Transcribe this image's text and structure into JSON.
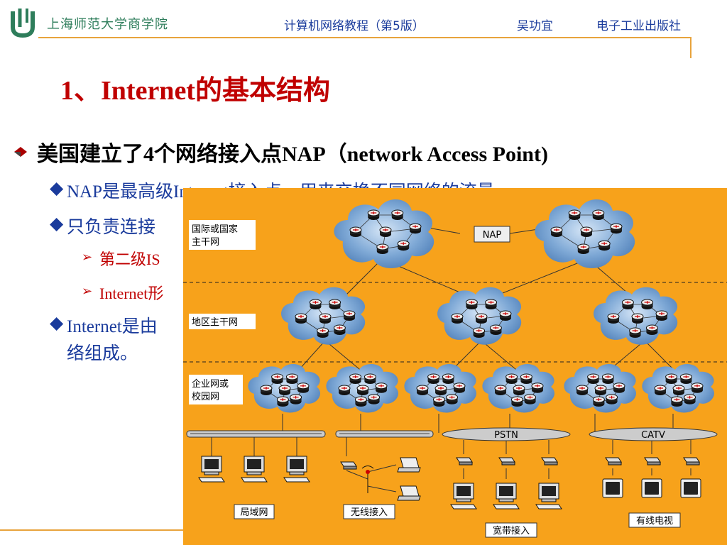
{
  "header": {
    "school": "上海师范大学商学院",
    "book": "计算机网络教程（第5版）",
    "author": "吴功宜",
    "publisher": "电子工业出版社"
  },
  "slide": {
    "title": "1、Internet的基本结构",
    "bullet1": "美国建立了4个网络接入点NAP（network Access Point)",
    "sub1": "NAP是最高级Internet接入点，用来交换不同网络的流量",
    "sub2": "只负责连接",
    "sub2_1": "第二级IS",
    "sub2_2": "Internet形",
    "sub3_line1": "Internet是由",
    "sub3_line2": "络组成。"
  },
  "diagram": {
    "label_intl": [
      "国际或国家",
      "主干网"
    ],
    "label_nap": "NAP",
    "label_regional": "地区主干网",
    "label_enterprise": [
      "企业网或",
      "校园网"
    ],
    "label_pstn": "PSTN",
    "label_catv": "CATV",
    "label_lan": "局域网",
    "label_wireless": "无线接入",
    "label_broadband": "宽带接入",
    "label_cable": "有线电视"
  },
  "colors": {
    "diagram_bg": "#f7a21b",
    "title": "#c00000",
    "header": "#1a3b9c",
    "school": "#2e7d5b"
  }
}
